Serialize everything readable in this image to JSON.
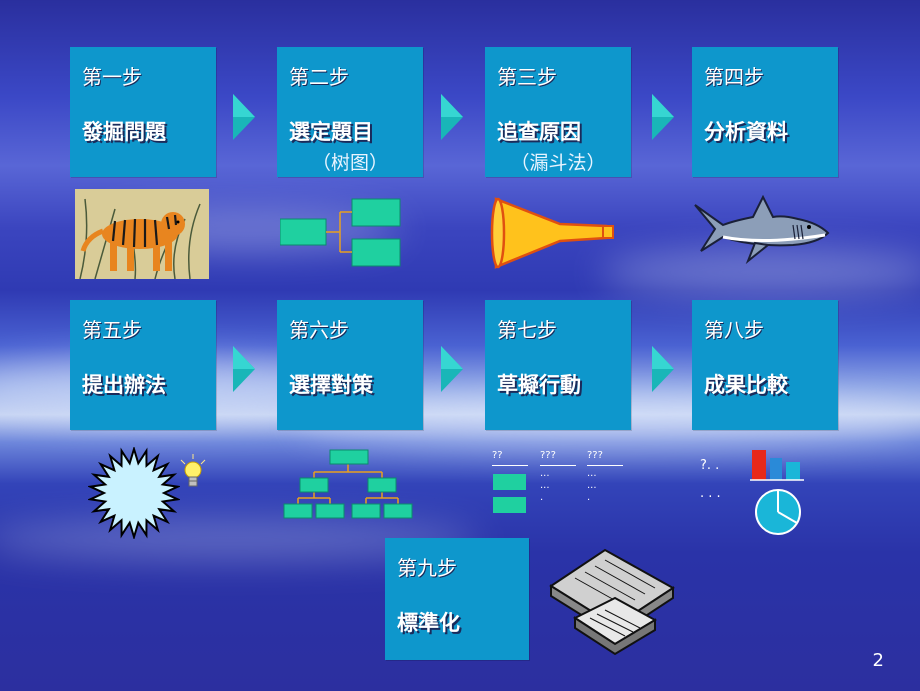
{
  "steps": [
    {
      "step": "第一步",
      "title": "發掘問題",
      "note": ""
    },
    {
      "step": "第二步",
      "title": "選定題目",
      "note": "（树图）"
    },
    {
      "step": "第三步",
      "title": "追查原因",
      "note": "（漏斗法）"
    },
    {
      "step": "第四步",
      "title": "分析資料",
      "note": ""
    },
    {
      "step": "第五步",
      "title": "提出辦法",
      "note": ""
    },
    {
      "step": "第六步",
      "title": "選擇對策",
      "note": ""
    },
    {
      "step": "第七步",
      "title": "草擬行動",
      "note": ""
    },
    {
      "step": "第八步",
      "title": "成果比較",
      "note": ""
    },
    {
      "step": "第九步",
      "title": "標準化",
      "note": ""
    }
  ],
  "table_marks": {
    "h1": "??",
    "h2": "???",
    "h3": "???",
    "cells": "...",
    "dot": "."
  },
  "chart_marks": {
    "q": "?. .",
    "dots": ". . ."
  },
  "page_number": "2",
  "colors": {
    "box": "#0e97cc",
    "arrow": "#19b6b8",
    "shape_green": "#1fd0a0"
  }
}
